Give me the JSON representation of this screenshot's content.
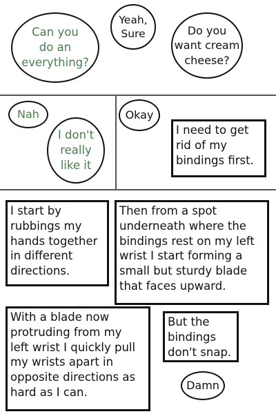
{
  "panel1": {
    "bubble_left": "Can you\ndo an\neverything?",
    "bubble_middle": "Yeah,\nSure",
    "bubble_right": "Do you\nwant cream\ncheese?"
  },
  "panel2": {
    "bubble_nah": "Nah",
    "bubble_dont_like": "I don't\nreally\nlike it"
  },
  "panel3": {
    "bubble_okay": "Okay",
    "caption": "I need to get\nrid of my\nbindings first."
  },
  "panel4": {
    "caption_rub": "I start by\nrubbings my\nhands together\nin different\ndirections.",
    "caption_blade": "Then from a spot\nunderneath where the\nbindings rest on my left\nwrist I start forming a\nsmall but sturdy blade\nthat faces upward.",
    "caption_pull": "With a blade now\nprotruding from my\nleft wrist I quickly pull\nmy wrists apart in\nopposite directions as\nhard as I can.",
    "caption_snap": "But the\nbindings\ndon't snap.",
    "bubble_damn": "Damn"
  },
  "colors": {
    "dialogue_green": "#4a7d4f",
    "border": "#111111",
    "divider": "#555555"
  }
}
